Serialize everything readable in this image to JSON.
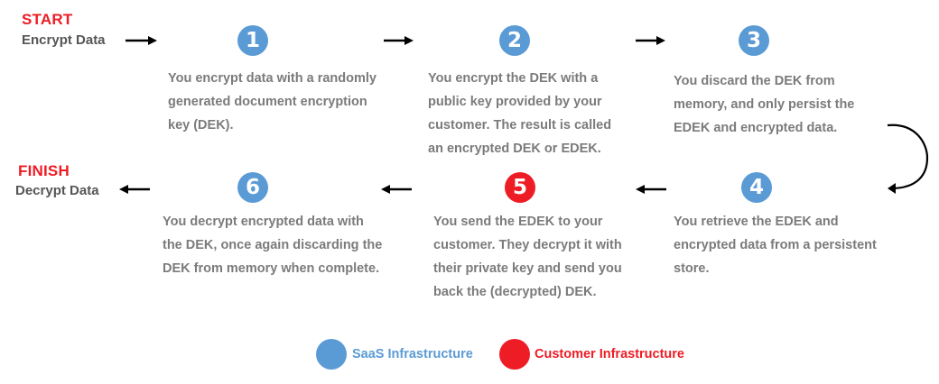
{
  "colors": {
    "saas": "#5b9bd5",
    "customer": "#ee1c25",
    "text_gray": "#7b7b7b",
    "text_dark": "#555555",
    "arrow": "#000000"
  },
  "start": {
    "label": "START",
    "subtitle": "Encrypt Data"
  },
  "finish": {
    "label": "FINISH",
    "subtitle": "Decrypt Data"
  },
  "steps": [
    {
      "number": "1",
      "infrastructure": "saas",
      "lines": [
        "You encrypt data with a randomly",
        "generated document encryption",
        "key (DEK)."
      ]
    },
    {
      "number": "2",
      "infrastructure": "saas",
      "lines": [
        "You encrypt the DEK with a",
        "public key provided by your",
        "customer. The result is called",
        "an encrypted DEK or EDEK."
      ]
    },
    {
      "number": "3",
      "infrastructure": "saas",
      "lines": [
        "You discard the DEK from",
        "memory, and only persist the",
        "EDEK and encrypted data."
      ]
    },
    {
      "number": "4",
      "infrastructure": "saas",
      "lines": [
        "You retrieve the EDEK and",
        "encrypted data from a persistent",
        "store."
      ]
    },
    {
      "number": "5",
      "infrastructure": "customer",
      "lines": [
        "You send the EDEK to your",
        "customer. They decrypt it with",
        "their private key and send you",
        "back the (decrypted) DEK."
      ]
    },
    {
      "number": "6",
      "infrastructure": "saas",
      "lines": [
        "You decrypt encrypted data with",
        "the DEK, once again discarding the",
        "DEK from memory when complete."
      ]
    }
  ],
  "legend": [
    {
      "label": "SaaS Infrastructure",
      "key": "saas"
    },
    {
      "label": "Customer Infrastructure",
      "key": "customer"
    }
  ]
}
